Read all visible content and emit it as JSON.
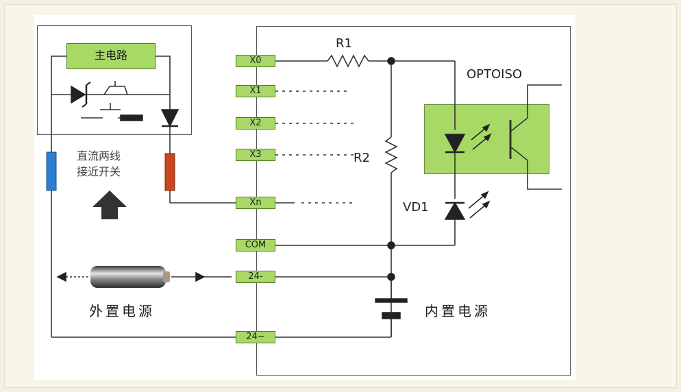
{
  "diagram": {
    "main_circuit_label": "主电路",
    "sensor_label_line1": "直流两线",
    "sensor_label_line2": "接近开关",
    "terminals": [
      "X0",
      "X1",
      "X2",
      "X3",
      "Xn",
      "COM",
      "24-",
      "24~"
    ],
    "r1_label": "R1",
    "r2_label": "R2",
    "optoiso_label": "OPTOISO",
    "vd1_label": "VD1",
    "external_power_label": "外置电源",
    "internal_power_label": "内置电源",
    "colors": {
      "terminal_fill": "#a8d865",
      "optocoupler_fill": "#a8d865",
      "wire": "#333333",
      "blue_wire": "#2f7fd0",
      "red_wire": "#c8461e"
    }
  }
}
